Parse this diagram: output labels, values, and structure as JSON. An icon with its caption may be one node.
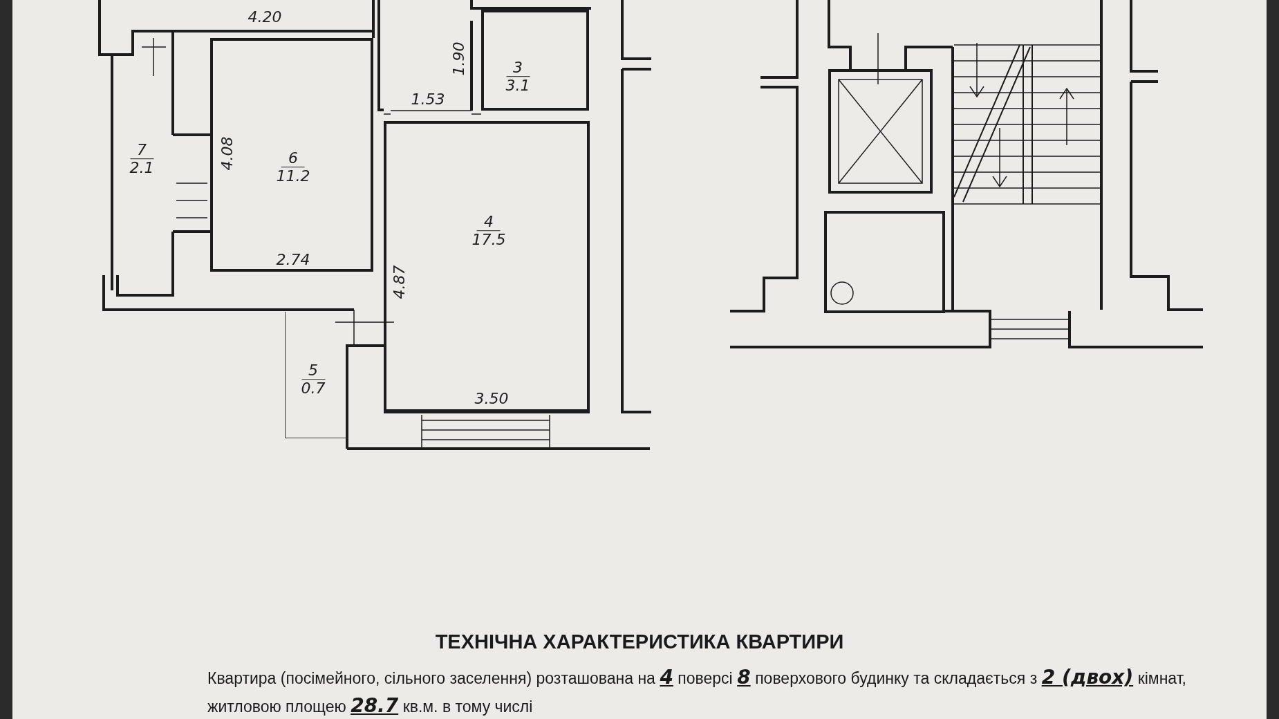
{
  "diagram": {
    "title": "ТЕХНІЧНА ХАРАКТЕРИСТИКА КВАРТИРИ",
    "nodes": [
      {
        "text": [
          "3",
          "3.1"
        ]
      },
      {
        "text": [
          "6",
          "11.2"
        ]
      },
      {
        "text": [
          "7",
          "2.1"
        ]
      },
      {
        "text": [
          "4",
          "17.5"
        ]
      },
      {
        "text": [
          "5",
          "0.7"
        ]
      }
    ],
    "labels": [
      "4.20",
      "1.90",
      "1.53",
      "4.08",
      "2.74",
      "4.87",
      "3.50",
      "Квартира (посімейного, сільного заселення) розташована на **4** поверсі **8** поверхового будинку та складається з **2 (двох)** кімнат, житловою площею **28.7** кв.м. в тому числі"
    ]
  }
}
